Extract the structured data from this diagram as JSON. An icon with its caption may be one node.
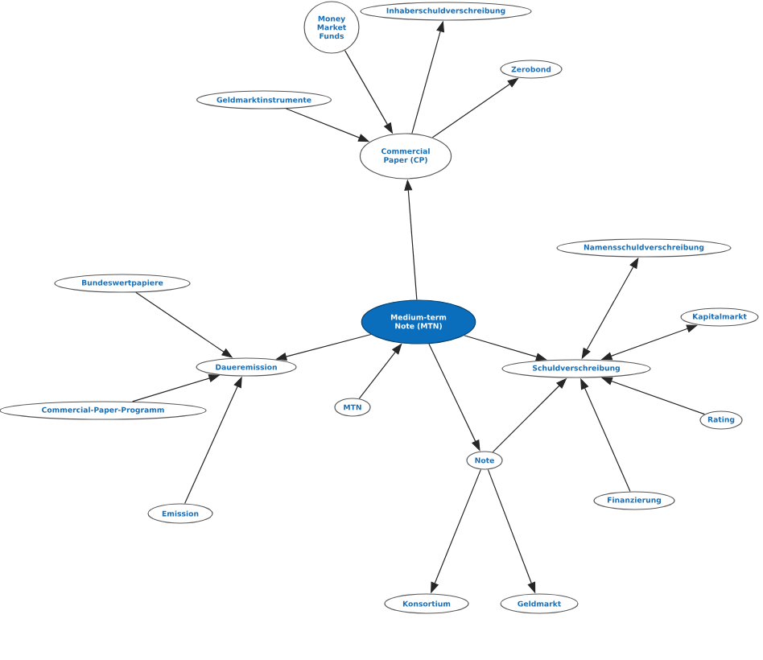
{
  "diagram": {
    "nodes": [
      {
        "text": [
          "Money Market Funds"
        ]
      },
      {
        "text": [
          "Inhaberschuldverschreibung"
        ]
      },
      {
        "text": [
          "Zerobond"
        ]
      },
      {
        "text": [
          "Geldmarktinstrumente"
        ]
      },
      {
        "text": [
          "Commercial Paper (CP)"
        ]
      },
      {
        "text": [
          "Namensschuldverschreibung"
        ]
      },
      {
        "text": [
          "Bundeswertpapiere"
        ]
      },
      {
        "text": [
          "Kapitalmarkt"
        ]
      },
      {
        "text": [
          "Medium-term Note (MTN)"
        ]
      },
      {
        "text": [
          "Daueremission"
        ]
      },
      {
        "text": [
          "Schuldverschreibung"
        ]
      },
      {
        "text": [
          "Commercial-Paper-Programm"
        ]
      },
      {
        "text": [
          "MTN"
        ]
      },
      {
        "text": [
          "Rating"
        ]
      },
      {
        "text": [
          "Note"
        ]
      },
      {
        "text": [
          "Finanzierung"
        ]
      },
      {
        "text": [
          "Emission"
        ]
      },
      {
        "text": [
          "Konsortium"
        ]
      },
      {
        "text": [
          "Geldmarkt"
        ]
      }
    ],
    "edges": [
      {
        "from": 0,
        "to": 4,
        "arrow": "to"
      },
      {
        "from": 4,
        "to": 1,
        "arrow": "to"
      },
      {
        "from": 4,
        "to": 2,
        "arrow": "to"
      },
      {
        "from": 3,
        "to": 4,
        "arrow": "to"
      },
      {
        "from": 8,
        "to": 4,
        "arrow": "to"
      },
      {
        "from": 6,
        "to": 9,
        "arrow": "to"
      },
      {
        "from": 8,
        "to": 9,
        "arrow": "to"
      },
      {
        "from": 11,
        "to": 9,
        "arrow": "to"
      },
      {
        "from": 16,
        "to": 9,
        "arrow": "to"
      },
      {
        "from": 12,
        "to": 8,
        "arrow": "to"
      },
      {
        "from": 8,
        "to": 10,
        "arrow": "to"
      },
      {
        "from": 10,
        "to": 5,
        "arrow": "both"
      },
      {
        "from": 10,
        "to": 7,
        "arrow": "both"
      },
      {
        "from": 13,
        "to": 10,
        "arrow": "to"
      },
      {
        "from": 15,
        "to": 10,
        "arrow": "to"
      },
      {
        "from": 14,
        "to": 10,
        "arrow": "to"
      },
      {
        "from": 8,
        "to": 14,
        "arrow": "to"
      },
      {
        "from": 14,
        "to": 17,
        "arrow": "to"
      },
      {
        "from": 14,
        "to": 18,
        "arrow": "to"
      }
    ]
  }
}
